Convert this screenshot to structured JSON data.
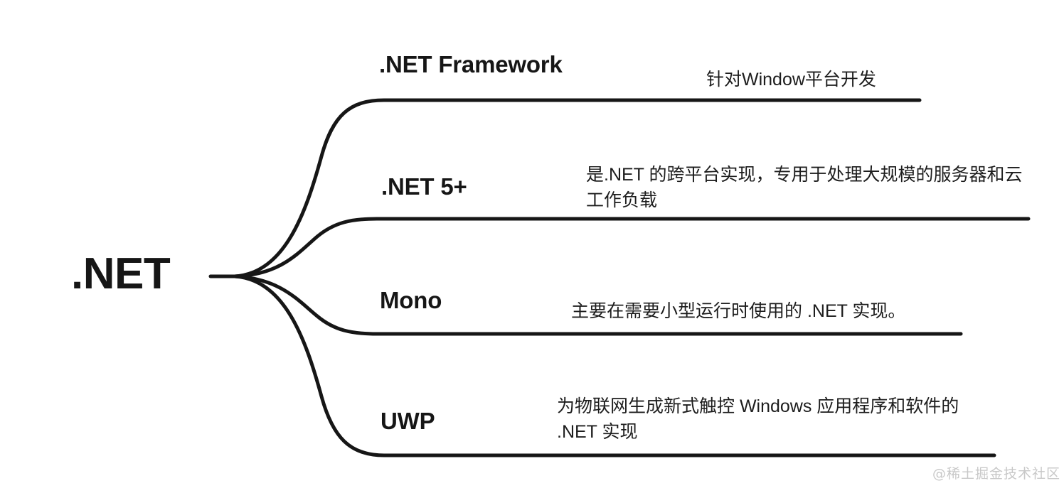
{
  "diagram": {
    "type": "mind-map",
    "orientation": "left-to-right",
    "background_color": "#ffffff",
    "line_color": "#161616",
    "text_color": "#161616",
    "root": {
      "label": ".NET"
    },
    "branches": [
      {
        "title": ".NET Framework",
        "description": "针对Window平台开发"
      },
      {
        "title": ".NET 5+",
        "description": "是.NET 的跨平台实现，专用于处理大规模的服务器和云工作负载"
      },
      {
        "title": "Mono",
        "description": "主要在需要小型运行时使用的 .NET 实现。"
      },
      {
        "title": "UWP",
        "description": "为物联网生成新式触控 Windows 应用程序和软件的 .NET 实现"
      }
    ]
  },
  "watermark": {
    "text": "@稀土掘金技术社区",
    "color": "#c8c8c8"
  }
}
